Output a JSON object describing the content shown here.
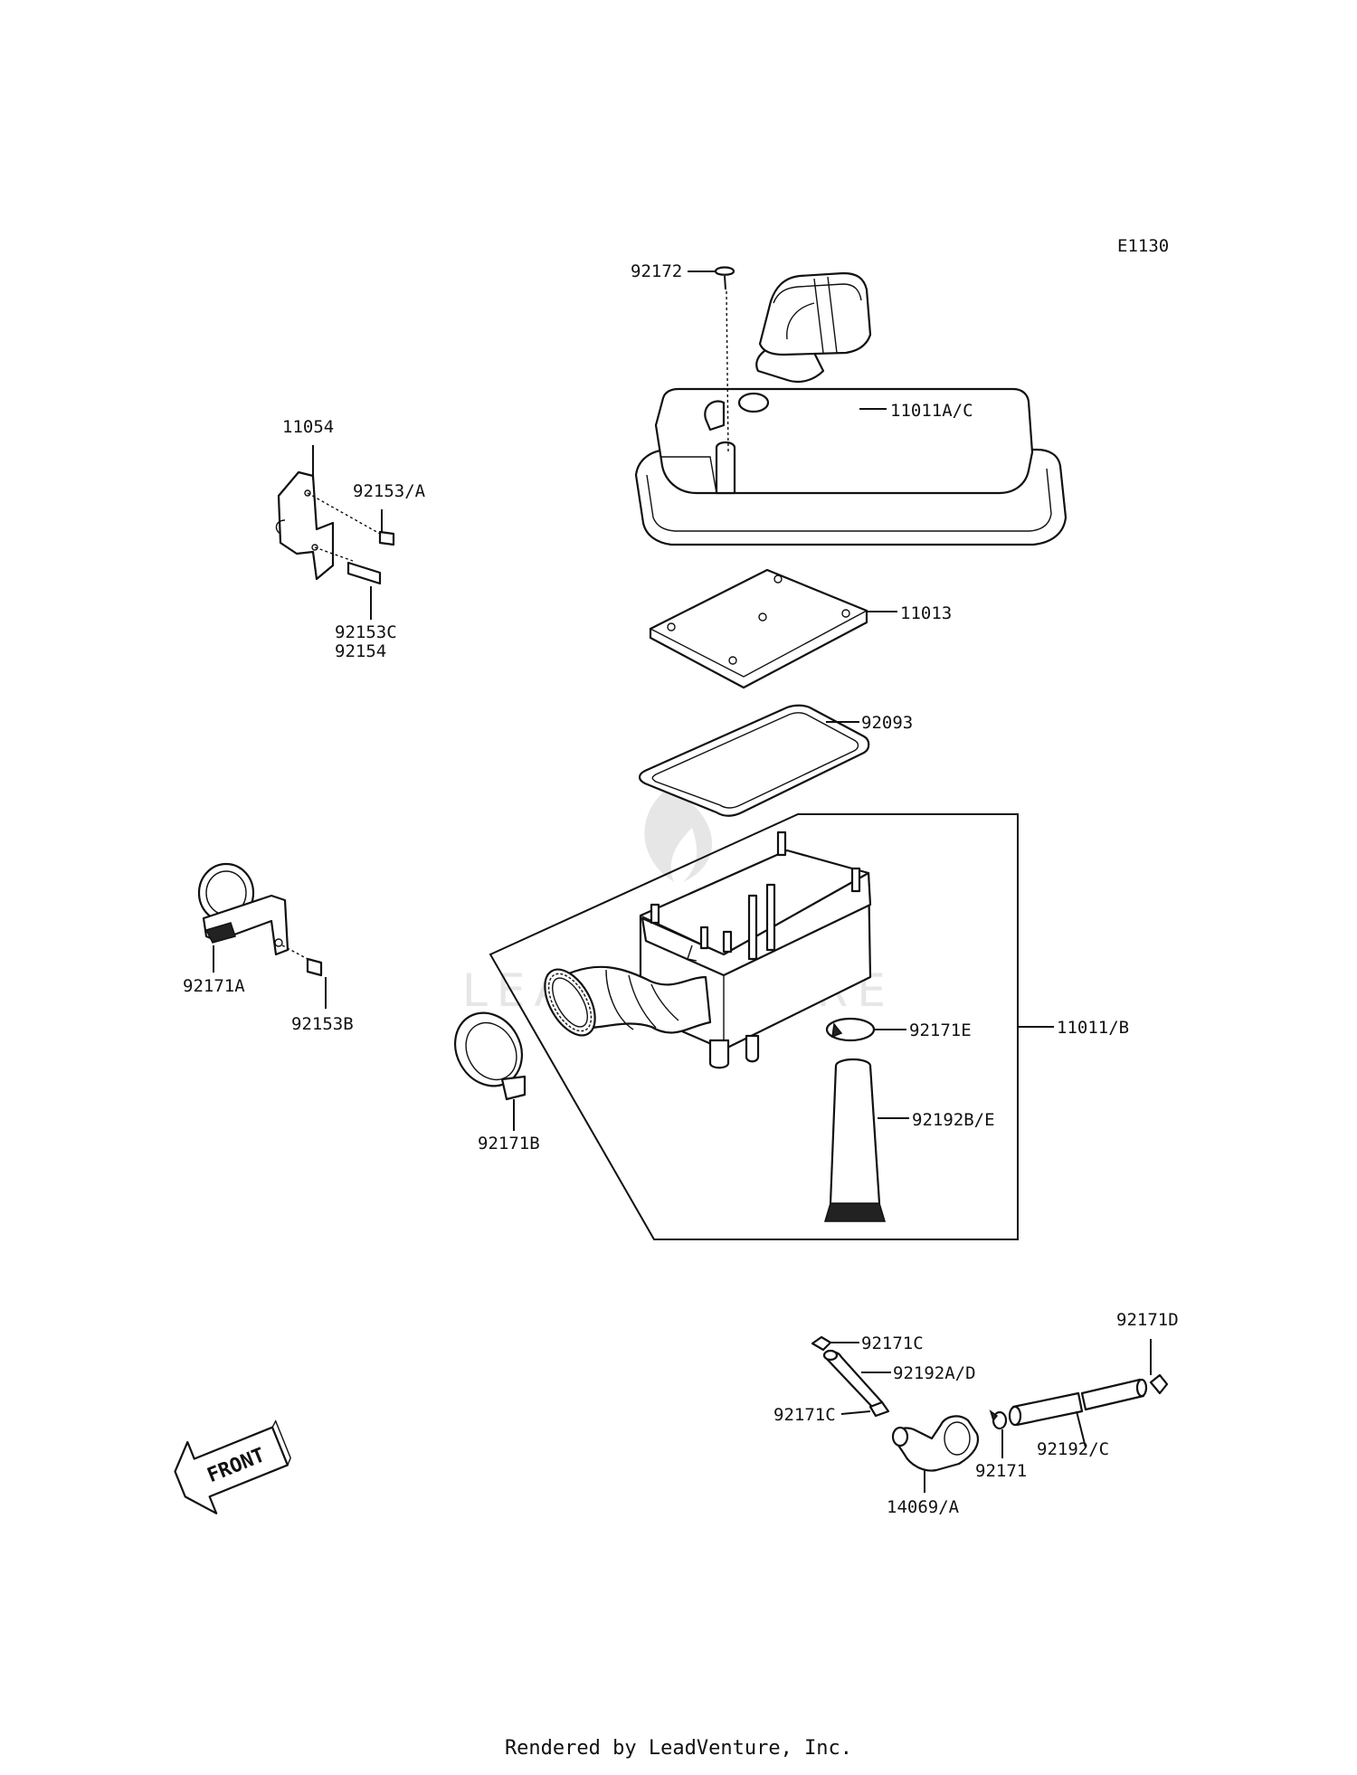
{
  "diagram_code": "E1130",
  "watermark": "LEADVENTURE",
  "footer": "Rendered by LeadVenture, Inc.",
  "front_arrow": "FRONT",
  "labels": {
    "p92172": "92172",
    "p11011AC": "11011A/C",
    "p11054": "11054",
    "p92153A": "92153/A",
    "p92153C": "92153C",
    "p92154": "92154",
    "p11013": "11013",
    "p92093": "92093",
    "p92171A": "92171A",
    "p92153B": "92153B",
    "p92171E": "92171E",
    "p11011B": "11011/B",
    "p92192BE": "92192B/E",
    "p92171B": "92171B",
    "p92171C_top": "92171C",
    "p92192AD": "92192A/D",
    "p92171C_left": "92171C",
    "p92171D": "92171D",
    "p92171": "92171",
    "p92192C": "92192/C",
    "p14069A": "14069/A"
  }
}
